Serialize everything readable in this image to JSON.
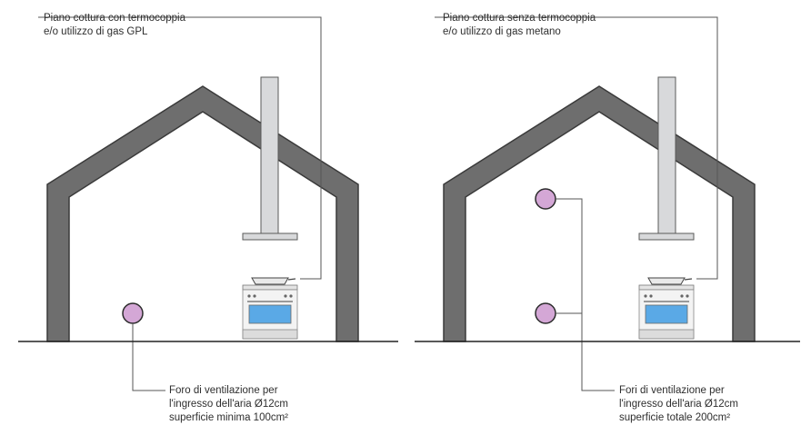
{
  "left_scene": {
    "top_label": [
      "Piano cottura con termocoppia",
      "e/o utilizzo di gas GPL"
    ],
    "bottom_label": [
      "Foro di ventilazione per",
      "l'ingresso dell'aria Ø12cm",
      "superficie minima 100cm²"
    ]
  },
  "right_scene": {
    "top_label": [
      "Piano cottura senza termocoppia",
      "e/o utilizzo di gas metano"
    ],
    "bottom_label": [
      "Fori di ventilazione per",
      "l'ingresso dell'aria Ø12cm",
      "superficie totale 200cm²"
    ]
  },
  "colors": {
    "wall": "#6e6e6e",
    "wall_edge": "#3a3a3a",
    "chimney": "#d8d9db",
    "vent_fill": "#d4a7d6",
    "vent_stroke": "#2b2b2b",
    "oven_window": "#5aa9e6",
    "leader_line": "#555555",
    "ground": "#222222"
  }
}
